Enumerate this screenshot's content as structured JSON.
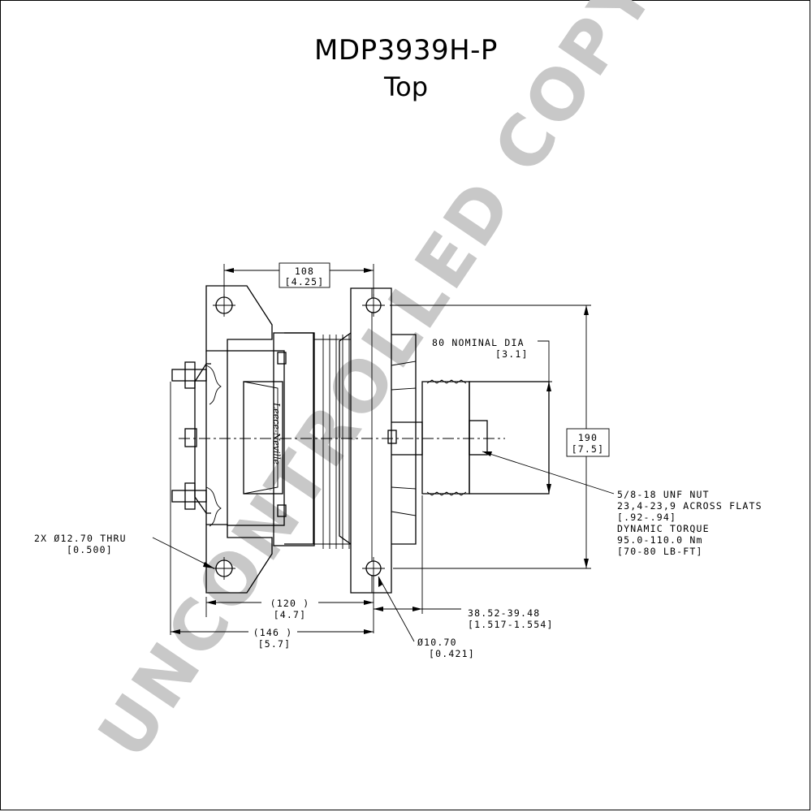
{
  "title": "MDP3939H-P",
  "subtitle": "Top",
  "watermark": "UNCONTROLLED COPY",
  "logo_text": "Leece-Neville",
  "dimensions": {
    "top_width": {
      "value": "108",
      "alt": "[4.25]"
    },
    "pulley_dia": {
      "value": "80 NOMINAL DIA",
      "alt": "[3.1]"
    },
    "height": {
      "value": "190",
      "alt": "[7.5]"
    },
    "nut_spec": {
      "line1": "5/8-18 UNF NUT",
      "line2": "23,4-23,9 ACROSS FLATS",
      "line3": "[.92-.94]",
      "line4": "DYNAMIC TORQUE",
      "line5": "95.0-110.0 Nm",
      "line6": "[70-80 LB-FT]"
    },
    "hole_2x": {
      "value": "2X Ø12.70   THRU",
      "alt": "[0.500]"
    },
    "width_120": {
      "value": "(120  )",
      "alt": "[4.7]"
    },
    "width_146": {
      "value": "(146  )",
      "alt": "[5.7]"
    },
    "offset": {
      "value": "38.52-39.48",
      "alt": "[1.517-1.554]"
    },
    "hole_small": {
      "value": "Ø10.70",
      "alt": "[0.421]"
    }
  }
}
